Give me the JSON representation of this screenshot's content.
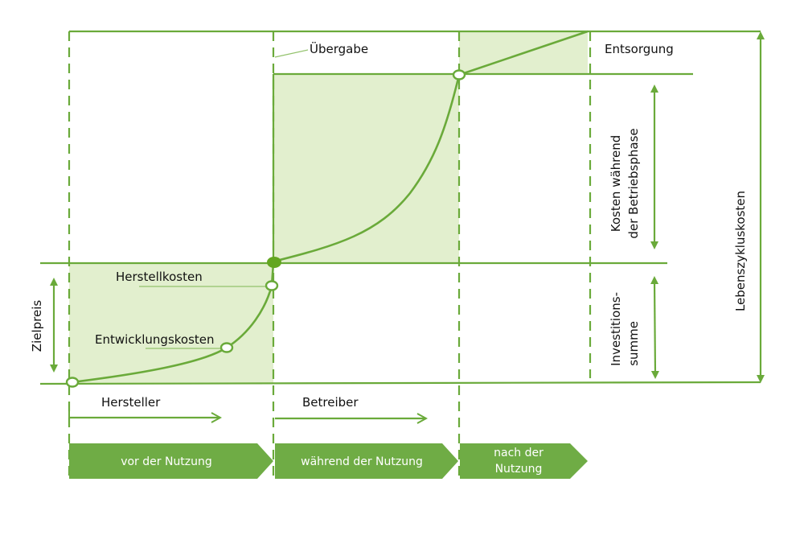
{
  "colors": {
    "line": "#6aaa3a",
    "fill": "#e2efce",
    "phase_fill": "#6fac45",
    "text": "#111111",
    "phase_text": "#ffffff",
    "leader": "#93c26c"
  },
  "labels": {
    "uebergabe": "Übergabe",
    "entsorgung": "Entsorgung",
    "herstellkosten": "Herstellkosten",
    "entwicklungskosten": "Entwicklungskosten",
    "zielpreis": "Zielpreis",
    "kosten_betrieb_line1": "Kosten während",
    "kosten_betrieb_line2": "der Betriebsphase",
    "investitions_line1": "Investitions-",
    "investitions_line2": "summe",
    "lebenszykluskosten": "Lebenszykluskosten",
    "hersteller": "Hersteller",
    "betreiber": "Betreiber"
  },
  "phases": [
    {
      "lines": [
        "vor der Nutzung"
      ]
    },
    {
      "lines": [
        "während der Nutzung"
      ]
    },
    {
      "lines": [
        "nach der",
        "Nutzung"
      ]
    }
  ]
}
